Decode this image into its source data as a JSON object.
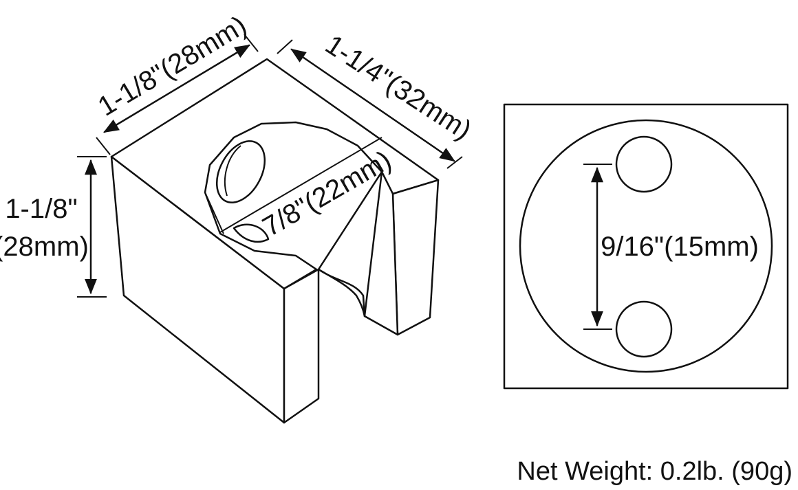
{
  "colors": {
    "ink": "#111111",
    "background": "#ffffff"
  },
  "dimensions": {
    "top_left_width": "1-1/8\"(28mm)",
    "top_right_depth": "1-1/4\"(32mm)",
    "height_line1": "1-1/8\"",
    "height_line2": "(28mm)",
    "opening": "7/8\"(22mm)",
    "hole_spacing": "9/16\"(15mm)"
  },
  "net_weight": "Net Weight: 0.2lb. (90g)"
}
